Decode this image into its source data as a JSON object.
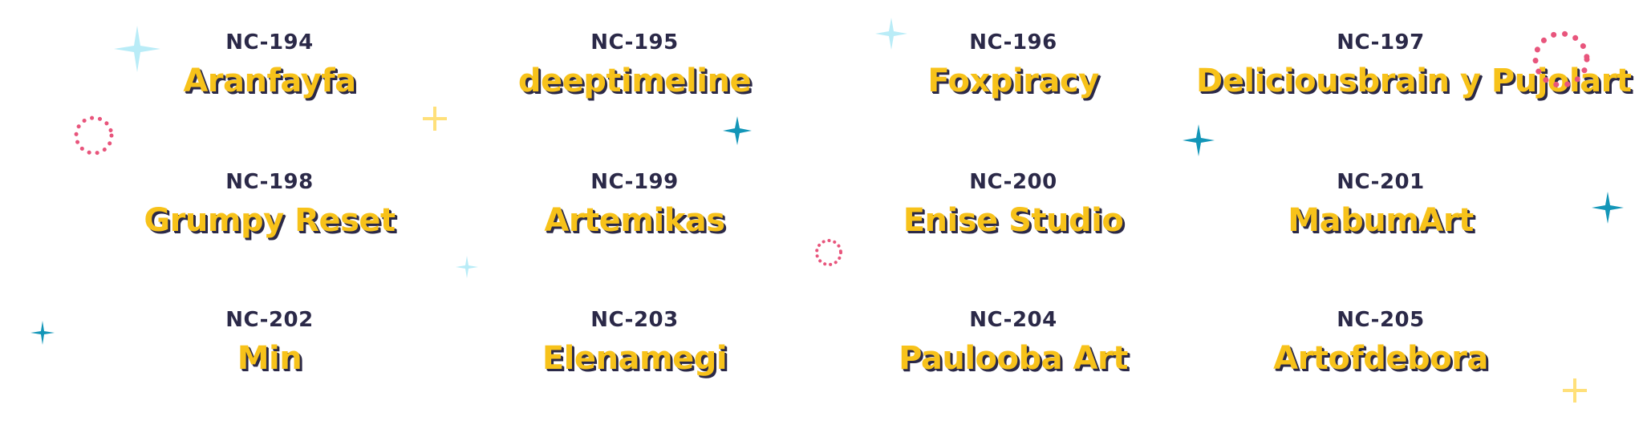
{
  "colors": {
    "code_text": "#2b2948",
    "artist_text": "#f7c21a",
    "artist_shadow": "#2b2948",
    "sparkle_teal": "#1396b8",
    "sparkle_light_blue": "#b9ecf7",
    "sparkle_yellow": "#ffe07a",
    "ring_pink": "#e8557c"
  },
  "entries": [
    {
      "code": "NC-194",
      "artist": "Aranfayfa"
    },
    {
      "code": "NC-195",
      "artist": "deeptimeline"
    },
    {
      "code": "NC-196",
      "artist": "Foxpiracy"
    },
    {
      "code": "NC-197",
      "artist": "Deliciousbrain y Pujolart"
    },
    {
      "code": "NC-198",
      "artist": "Grumpy Reset"
    },
    {
      "code": "NC-199",
      "artist": "Artemikas"
    },
    {
      "code": "NC-200",
      "artist": "Enise Studio"
    },
    {
      "code": "NC-201",
      "artist": "MabumArt"
    },
    {
      "code": "NC-202",
      "artist": "Min"
    },
    {
      "code": "NC-203",
      "artist": "Elenamegi"
    },
    {
      "code": "NC-204",
      "artist": "Paulooba Art"
    },
    {
      "code": "NC-205",
      "artist": "Artofdebora"
    }
  ]
}
